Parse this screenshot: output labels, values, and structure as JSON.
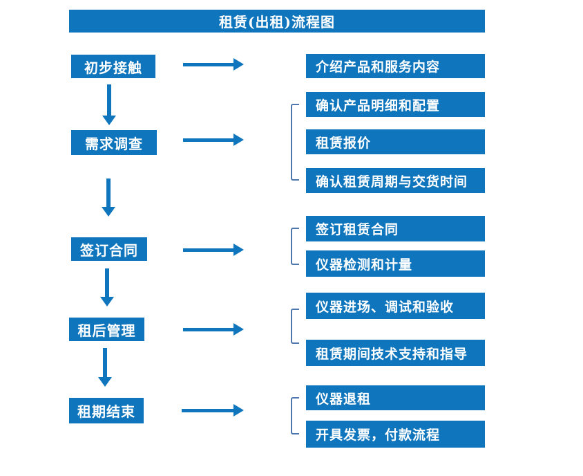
{
  "title": "租赁(出租)流程图",
  "colors": {
    "primary_blue": "#0f75bc",
    "bracket_blue": "#4d77ad",
    "text_white": "#ffffff",
    "background": "#ffffff"
  },
  "flow": {
    "left_steps": [
      {
        "label": "初步接触"
      },
      {
        "label": "需求调查"
      },
      {
        "label": "签订合同"
      },
      {
        "label": "租后管理"
      },
      {
        "label": "租期结束"
      }
    ],
    "right_items": [
      {
        "label": "介绍产品和服务内容"
      },
      {
        "label": "确认产品明细和配置"
      },
      {
        "label": "租赁报价"
      },
      {
        "label": "确认租赁周期与交货时间"
      },
      {
        "label": "签订租赁合同"
      },
      {
        "label": "仪器检测和计量"
      },
      {
        "label": "仪器进场、调试和验收"
      },
      {
        "label": "租赁期间技术支持和指导"
      },
      {
        "label": "仪器退租"
      },
      {
        "label": "开具发票，付款流程"
      }
    ],
    "groups": [
      {
        "for_step": "需求调查",
        "items": [
          "确认产品明细和配置",
          "租赁报价",
          "确认租赁周期与交货时间"
        ]
      },
      {
        "for_step": "签订合同",
        "items": [
          "签订租赁合同",
          "仪器检测和计量"
        ]
      },
      {
        "for_step": "租后管理",
        "items": [
          "仪器进场、调试和验收",
          "租赁期间技术支持和指导"
        ]
      },
      {
        "for_step": "租期结束",
        "items": [
          "仪器退租",
          "开具发票，付款流程"
        ]
      }
    ]
  }
}
